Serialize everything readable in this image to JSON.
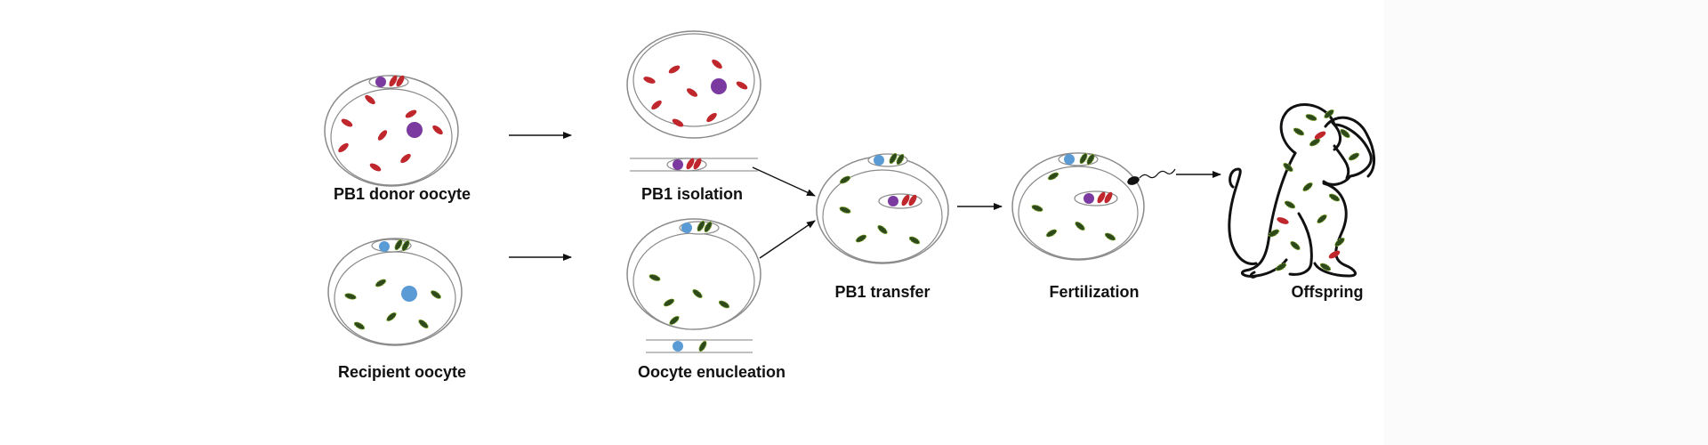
{
  "labels": {
    "donor": "PB1 donor oocyte",
    "recipient": "Recipient oocyte",
    "isolation": "PB1 isolation",
    "enucleation": "Oocyte enucleation",
    "transfer": "PB1 transfer",
    "fertilization": "Fertilization",
    "offspring": "Offspring"
  },
  "colors": {
    "donor_mito": "#c0272d",
    "recipient_mito": "#2f4a1a",
    "recipient_mito_dots": "#9bc53d",
    "donor_nucleus": "#7a3aa0",
    "recipient_nucleus": "#5b9bd5",
    "outline": "#8a8a8a",
    "arrow": "#111111"
  },
  "icons": {
    "sperm": "sperm-icon",
    "offspring": "monkey-icon"
  }
}
